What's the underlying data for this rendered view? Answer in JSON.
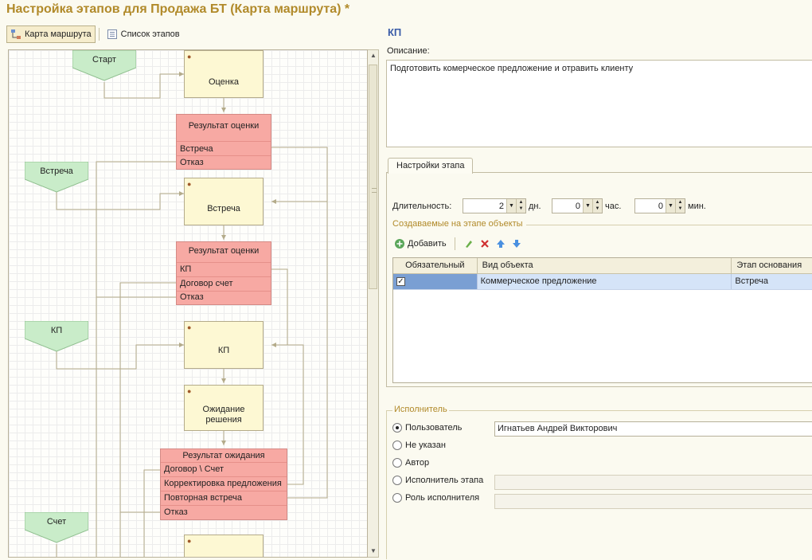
{
  "window": {
    "title": "Настройка этапов для Продажа БТ (Карта маршрута) *"
  },
  "toolbar": {
    "route_map": "Карта маршрута",
    "stage_list": "Список этапов"
  },
  "flow": {
    "start": "Старт",
    "entries": [
      "Встреча",
      "КП",
      "Счет"
    ],
    "stages": [
      "Оценка",
      "Встреча",
      "КП",
      "Ожидание решения"
    ],
    "stage_wait_line1": "Ожидание",
    "stage_wait_line2": "решения",
    "results": [
      {
        "title": "Результат оценки",
        "options": [
          "Встреча",
          "Отказ"
        ]
      },
      {
        "title": "Результат оценки",
        "options": [
          "КП",
          "Договор счет",
          "Отказ"
        ]
      },
      {
        "title": "Результат ожидания",
        "options": [
          "Договор \\ Счет",
          "Корректировка предложения",
          "Повторная встреча",
          "Отказ"
        ]
      }
    ]
  },
  "stage": {
    "name": "КП",
    "description_label": "Описание:",
    "description": "Подготовить комерческое предложение  и отравить клиенту"
  },
  "tab": {
    "label": "Настройки этапа"
  },
  "duration": {
    "label": "Длительность:",
    "days": "2",
    "days_unit": "дн.",
    "hours": "0",
    "hours_unit": "час.",
    "minutes": "0",
    "minutes_unit": "мин."
  },
  "objects": {
    "section": "Создаваемые на этапе объекты",
    "add": "Добавить",
    "columns": [
      "Обязательный",
      "Вид объекта",
      "Этап основания"
    ],
    "rows": [
      {
        "required": true,
        "type": "Коммерческое предложение",
        "basis": "Встреча"
      }
    ]
  },
  "executor": {
    "section": "Исполнитель",
    "options": [
      "Пользователь",
      "Не указан",
      "Автор",
      "Исполнитель этапа",
      "Роль исполнителя"
    ],
    "selected": "Пользователь",
    "user": "Игнатьев Андрей Викторович"
  },
  "colors": {
    "title": "#b18a2a",
    "stage_fill": "#fdf8d3",
    "result_fill": "#f7a9a3",
    "entry_fill": "#c9ecc9",
    "line": "#b4ab8a"
  }
}
